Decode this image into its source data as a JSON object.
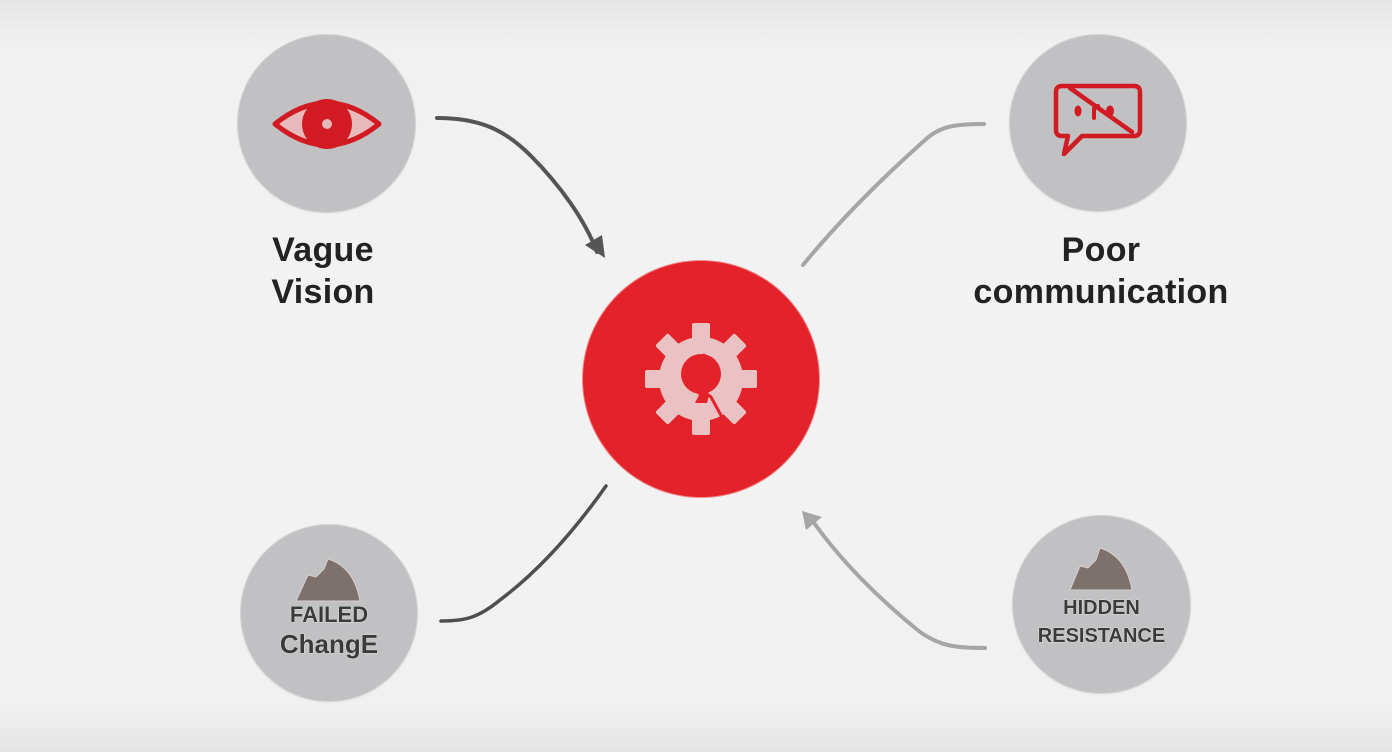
{
  "diagram": {
    "type": "radial-cause-diagram",
    "center": {
      "name": "broken-process",
      "icon": "cracked-gear-icon",
      "color": "#e42229"
    },
    "nodes": [
      {
        "id": "vague-vision",
        "icon": "eye-icon",
        "label_line1": "Vague",
        "label_line2": "Vision",
        "position": "top-left",
        "arrow_direction": "toward-center"
      },
      {
        "id": "poor-communication",
        "icon": "crossed-chat-bubble-icon",
        "label_line1": "Poor",
        "label_line2": "communication",
        "position": "top-right",
        "arrow_direction": "line-no-head"
      },
      {
        "id": "failed-change",
        "icon": "mountain-peak-icon",
        "label_line1": "FAILED",
        "label_line2": "ChangE",
        "position": "bottom-left",
        "arrow_direction": "line-no-head"
      },
      {
        "id": "hidden-resistance",
        "icon": "mountain-peak-icon",
        "label_line1": "HIDDEN",
        "label_line2": "RESISTANCE",
        "position": "bottom-right",
        "arrow_direction": "toward-center"
      }
    ],
    "colors": {
      "accent_red": "#e42229",
      "node_gray": "#c1c0c2",
      "arrow_dark": "#555555",
      "arrow_light": "#a8a8a8",
      "peak_brown": "#7d716e"
    }
  }
}
